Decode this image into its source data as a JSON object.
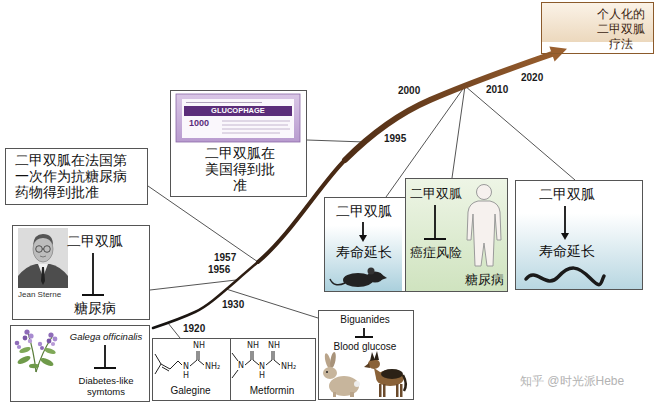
{
  "diagram": {
    "nodes": [
      {
        "text": [
          "个人化的二甲双胍疗法"
        ]
      },
      {
        "text": [
          "二甲双胍在美国得到批准"
        ]
      },
      {
        "text": [
          "二甲双胍在法国第一次作为抗糖尿病药物得到批准"
        ]
      },
      {
        "text": [
          "二甲双胍",
          "寿命延长"
        ]
      },
      {
        "text": [
          "二甲双胍",
          "癌症风险",
          "糖尿病"
        ]
      },
      {
        "text": [
          "二甲双胍",
          "寿命延长"
        ]
      },
      {
        "text": [
          "二甲双胍",
          "糖尿病",
          "Jean Sterne"
        ]
      },
      {
        "text": [
          "Biguanides",
          "Blood glucose"
        ]
      },
      {
        "text": [
          "Galega officinalis",
          "Diabetes-like symtoms"
        ]
      },
      {
        "text": [
          "Galegine"
        ]
      },
      {
        "text": [
          "Metformin"
        ]
      }
    ],
    "labels": [
      "1920",
      "1930",
      "1956",
      "1957",
      "1995",
      "2000",
      "2010",
      "2020",
      "GLUCOPHAGE",
      "1000",
      "NH",
      "N",
      "H",
      "NH₂",
      "NH",
      "NH",
      "N",
      "N",
      "H",
      "NH₂",
      "知乎 @时光派Hebe"
    ]
  }
}
